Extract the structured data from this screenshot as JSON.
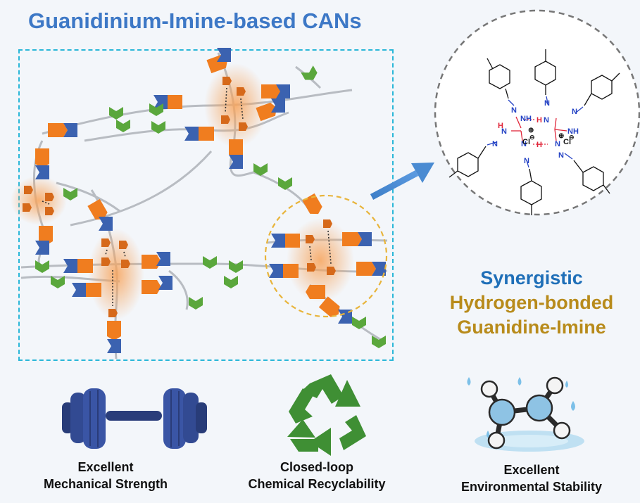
{
  "title": "Guanidinium-Imine-based CANs",
  "side_labels": {
    "line1": "Synergistic",
    "line2": "Hydrogen-bonded",
    "line3": "Guanidine-Imine"
  },
  "features": [
    {
      "line1": "Excellent",
      "line2": "Mechanical Strength",
      "icon": "dumbbell-icon"
    },
    {
      "line1": "Closed-loop",
      "line2": "Chemical Recyclability",
      "icon": "recycle-icon"
    },
    {
      "line1": "Excellent",
      "line2": "Environmental Stability",
      "icon": "molecule-water-icon"
    }
  ],
  "molecule_labels": {
    "n": "N",
    "nh": "NH",
    "hn": "H",
    "h": "H",
    "cl": "Cl",
    "plus": "⊕",
    "minus": "⊖"
  },
  "colors": {
    "title": "#3d78c6",
    "synergistic": "#1f6fb8",
    "hydrogen": "#b88b1b",
    "orange_block": "#f07d1f",
    "blue_block": "#3b62b0",
    "green_block": "#5aa73c",
    "dashed_box": "#2ab7d8",
    "highlight_circle": "#e8b43a"
  }
}
